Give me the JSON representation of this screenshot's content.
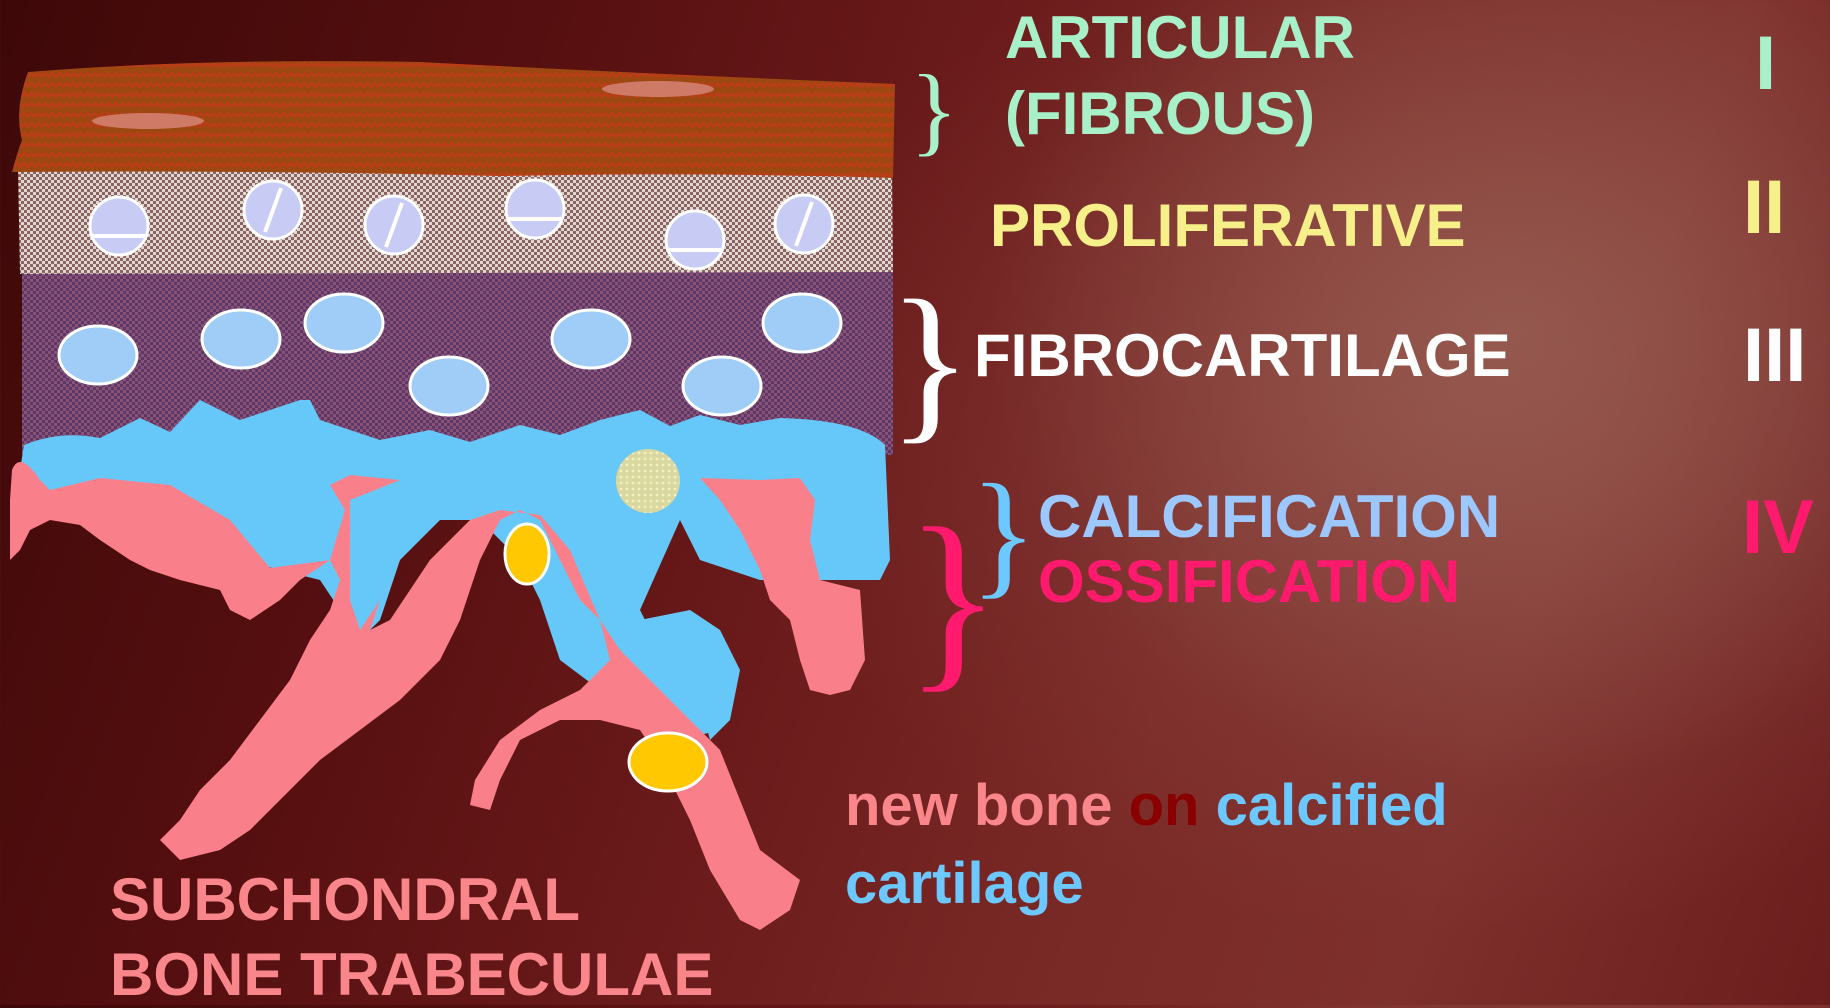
{
  "zones": [
    {
      "name": "ARTICULAR",
      "name2": "(FIBROUS)",
      "numeral": "I",
      "color": "#a8f0c8"
    },
    {
      "name": "PROLIFERATIVE",
      "numeral": "II",
      "color": "#f7f08a"
    },
    {
      "name": "FIBROCARTILAGE",
      "numeral": "III",
      "color": "#ffffff"
    },
    {
      "name": "CALCIFICATION",
      "name2": "OSSIFICATION",
      "numeral": "IV",
      "color": "#9cc8ff",
      "color2": "#ff1a6e"
    }
  ],
  "caption": {
    "part1": "new bone",
    "part2": "on",
    "part3": "calcified",
    "part4": "cartilage",
    "color_bone": "#f9868a",
    "color_on": "#8a0000",
    "color_cart": "#6cc8ff"
  },
  "subchondral": {
    "line1": "SUBCHONDRAL",
    "line2": "BONE TRABECULAE",
    "color": "#f9868a"
  },
  "colors": {
    "articular_layer": "#a0480f",
    "proliferative_layer": "#b8a8a8",
    "fibrocartilage_layer": "#7a4870",
    "calcified_cartilage": "#66c8f8",
    "bone": "#f9808a",
    "marrow_cell": "#ffc800",
    "cell": "#c8ccf4"
  }
}
